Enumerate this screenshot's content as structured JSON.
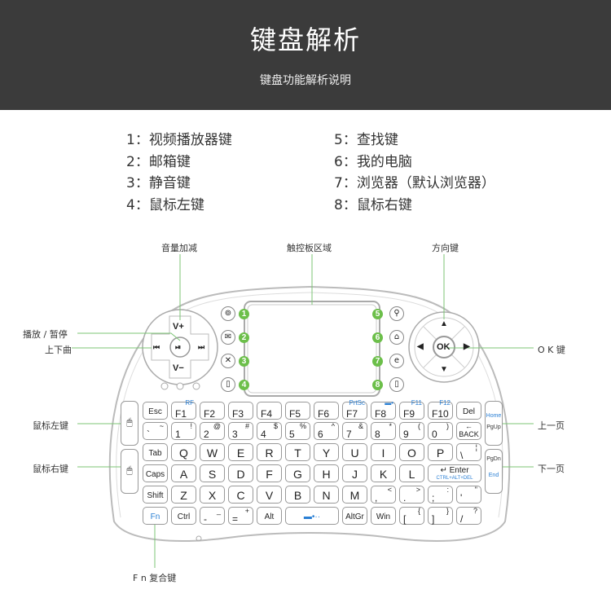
{
  "header": {
    "title": "键盘解析",
    "subtitle": "键盘功能解析说明"
  },
  "items": [
    "1：视频播放器键",
    "2：邮箱键",
    "3：静音键",
    "4：鼠标左键",
    "5：查找键",
    "6：我的电脑",
    "7：浏览器（默认浏览器）",
    "8：鼠标右键"
  ],
  "labels": {
    "volume": "音量加减",
    "touchpad": "触控板区域",
    "direction": "方向键",
    "play_pause": "播放 / 暂停",
    "track": "上下曲",
    "ok": "O K 键",
    "mouse_left": "鼠标左键",
    "mouse_right": "鼠标右键",
    "page_up": "上一页",
    "page_down": "下一页",
    "fn": "F n 复合键"
  },
  "controls": {
    "vol_up": "V+",
    "vol_down": "V−",
    "play": "⏯",
    "prev": "⏮",
    "next": "⏭",
    "ok": "OK",
    "up": "▲",
    "down": "▼",
    "left": "◀",
    "right": "▶"
  },
  "numbers": [
    "1",
    "2",
    "3",
    "4",
    "5",
    "6",
    "7",
    "8"
  ],
  "shortcut_icons": [
    "⊚",
    "✉",
    "✕",
    "▯",
    "⚲",
    "⌂",
    "e",
    "▯"
  ],
  "side_keys": {
    "right_top": [
      "Home",
      "PgUp"
    ],
    "right_bottom": [
      "PgDn",
      "End"
    ]
  },
  "accent": "#6cbf4a",
  "keys": [
    [
      [
        "Esc",
        "",
        ""
      ],
      [
        "F1",
        "",
        "RF"
      ],
      [
        "F2",
        "",
        ""
      ],
      [
        "F3",
        "",
        ""
      ],
      [
        "F4",
        "",
        ""
      ],
      [
        "F5",
        "",
        ""
      ],
      [
        "F6",
        "",
        ""
      ],
      [
        "F7",
        "",
        "PrtSc"
      ],
      [
        "F8",
        "",
        "▬•"
      ],
      [
        "F9",
        "",
        "F11"
      ],
      [
        "F10",
        "",
        "F12"
      ],
      [
        "Del",
        "",
        ""
      ]
    ],
    [
      [
        "`",
        "~",
        ""
      ],
      [
        "1",
        "!",
        ""
      ],
      [
        "2",
        "@",
        ""
      ],
      [
        "3",
        "#",
        ""
      ],
      [
        "4",
        "$",
        ""
      ],
      [
        "5",
        "%",
        ""
      ],
      [
        "6",
        "^",
        ""
      ],
      [
        "7",
        "&",
        ""
      ],
      [
        "8",
        "*",
        ""
      ],
      [
        "9",
        "(",
        ""
      ],
      [
        "0",
        ")",
        ""
      ],
      [
        "BACK",
        "←",
        ""
      ]
    ],
    [
      [
        "Tab",
        "",
        ""
      ],
      [
        "Q",
        "",
        ""
      ],
      [
        "W",
        "",
        ""
      ],
      [
        "E",
        "",
        ""
      ],
      [
        "R",
        "",
        ""
      ],
      [
        "T",
        "",
        ""
      ],
      [
        "Y",
        "",
        ""
      ],
      [
        "U",
        "",
        ""
      ],
      [
        "I",
        "",
        ""
      ],
      [
        "O",
        "",
        ""
      ],
      [
        "P",
        "",
        ""
      ],
      [
        "\\",
        "¦",
        ""
      ]
    ],
    [
      [
        "Caps",
        "",
        ""
      ],
      [
        "A",
        "",
        ""
      ],
      [
        "S",
        "",
        ""
      ],
      [
        "D",
        "",
        ""
      ],
      [
        "F",
        "",
        ""
      ],
      [
        "G",
        "",
        ""
      ],
      [
        "H",
        "",
        ""
      ],
      [
        "J",
        "",
        ""
      ],
      [
        "K",
        "",
        ""
      ],
      [
        "L",
        "",
        ""
      ],
      [
        "↵ Enter",
        "",
        "CTRL+ALT+DEL"
      ]
    ],
    [
      [
        "Shift",
        "",
        ""
      ],
      [
        "Z",
        "",
        ""
      ],
      [
        "X",
        "",
        ""
      ],
      [
        "C",
        "",
        ""
      ],
      [
        "V",
        "",
        ""
      ],
      [
        "B",
        "",
        ""
      ],
      [
        "N",
        "",
        ""
      ],
      [
        "M",
        "",
        ""
      ],
      [
        ",",
        "<",
        ""
      ],
      [
        ".",
        ">",
        ""
      ],
      [
        ";",
        ":",
        ""
      ],
      [
        "'",
        "\"",
        ""
      ]
    ],
    [
      [
        "Fn",
        "",
        ""
      ],
      [
        "Ctrl",
        "",
        ""
      ],
      [
        "-",
        "_",
        ""
      ],
      [
        "=",
        "+",
        ""
      ],
      [
        "Alt",
        "",
        ""
      ],
      [
        "▬•··",
        "",
        ""
      ],
      [
        "AltGr",
        "",
        ""
      ],
      [
        "Win",
        "",
        ""
      ],
      [
        "[",
        "{",
        ""
      ],
      [
        "]",
        "}",
        ""
      ],
      [
        "/",
        "?",
        ""
      ]
    ]
  ]
}
